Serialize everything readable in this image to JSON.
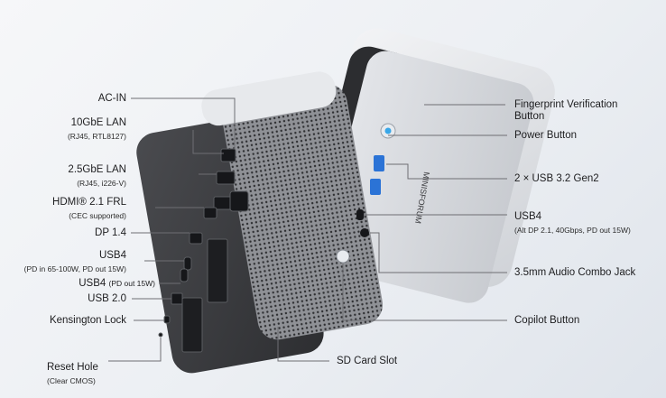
{
  "left_labels": {
    "ac_in": {
      "title": "AC-IN"
    },
    "lan_10gbe": {
      "title": "10GbE LAN",
      "sub": "(RJ45, RTL8127)"
    },
    "lan_25gbe": {
      "title": "2.5GbE LAN",
      "sub": "(RJ45, i226-V)"
    },
    "hdmi": {
      "title": "HDMI® 2.1 FRL",
      "sub": "(CEC supported)"
    },
    "dp": {
      "title": "DP 1.4"
    },
    "usb4_a": {
      "title": "USB4",
      "sub": "(PD in 65-100W, PD out 15W)"
    },
    "usb4_b": {
      "title": "USB4",
      "sub_inline": "(PD out 15W)"
    },
    "usb2": {
      "title": "USB 2.0"
    },
    "kensington": {
      "title": "Kensington Lock"
    },
    "reset": {
      "title": "Reset Hole",
      "sub": "(Clear CMOS)"
    }
  },
  "right_labels": {
    "fingerprint": {
      "title": "Fingerprint Verification",
      "title2": "Button"
    },
    "power": {
      "title": "Power Button"
    },
    "usb32": {
      "title": "2 × USB 3.2 Gen2"
    },
    "usb4_front": {
      "title": "USB4",
      "sub": "(Alt DP 2.1, 40Gbps, PD out 15W)"
    },
    "audio": {
      "title": "3.5mm Audio Combo Jack"
    },
    "copilot": {
      "title": "Copilot Button"
    }
  },
  "bottom_labels": {
    "sd": {
      "title": "SD Card Slot"
    }
  },
  "device": {
    "front_brand": "MINISFORUM"
  },
  "colors": {
    "line": "#6e6e73",
    "text": "#1d1d1f",
    "body_dark": "#3a3b3e",
    "body_silver": "#d9dbdf"
  }
}
